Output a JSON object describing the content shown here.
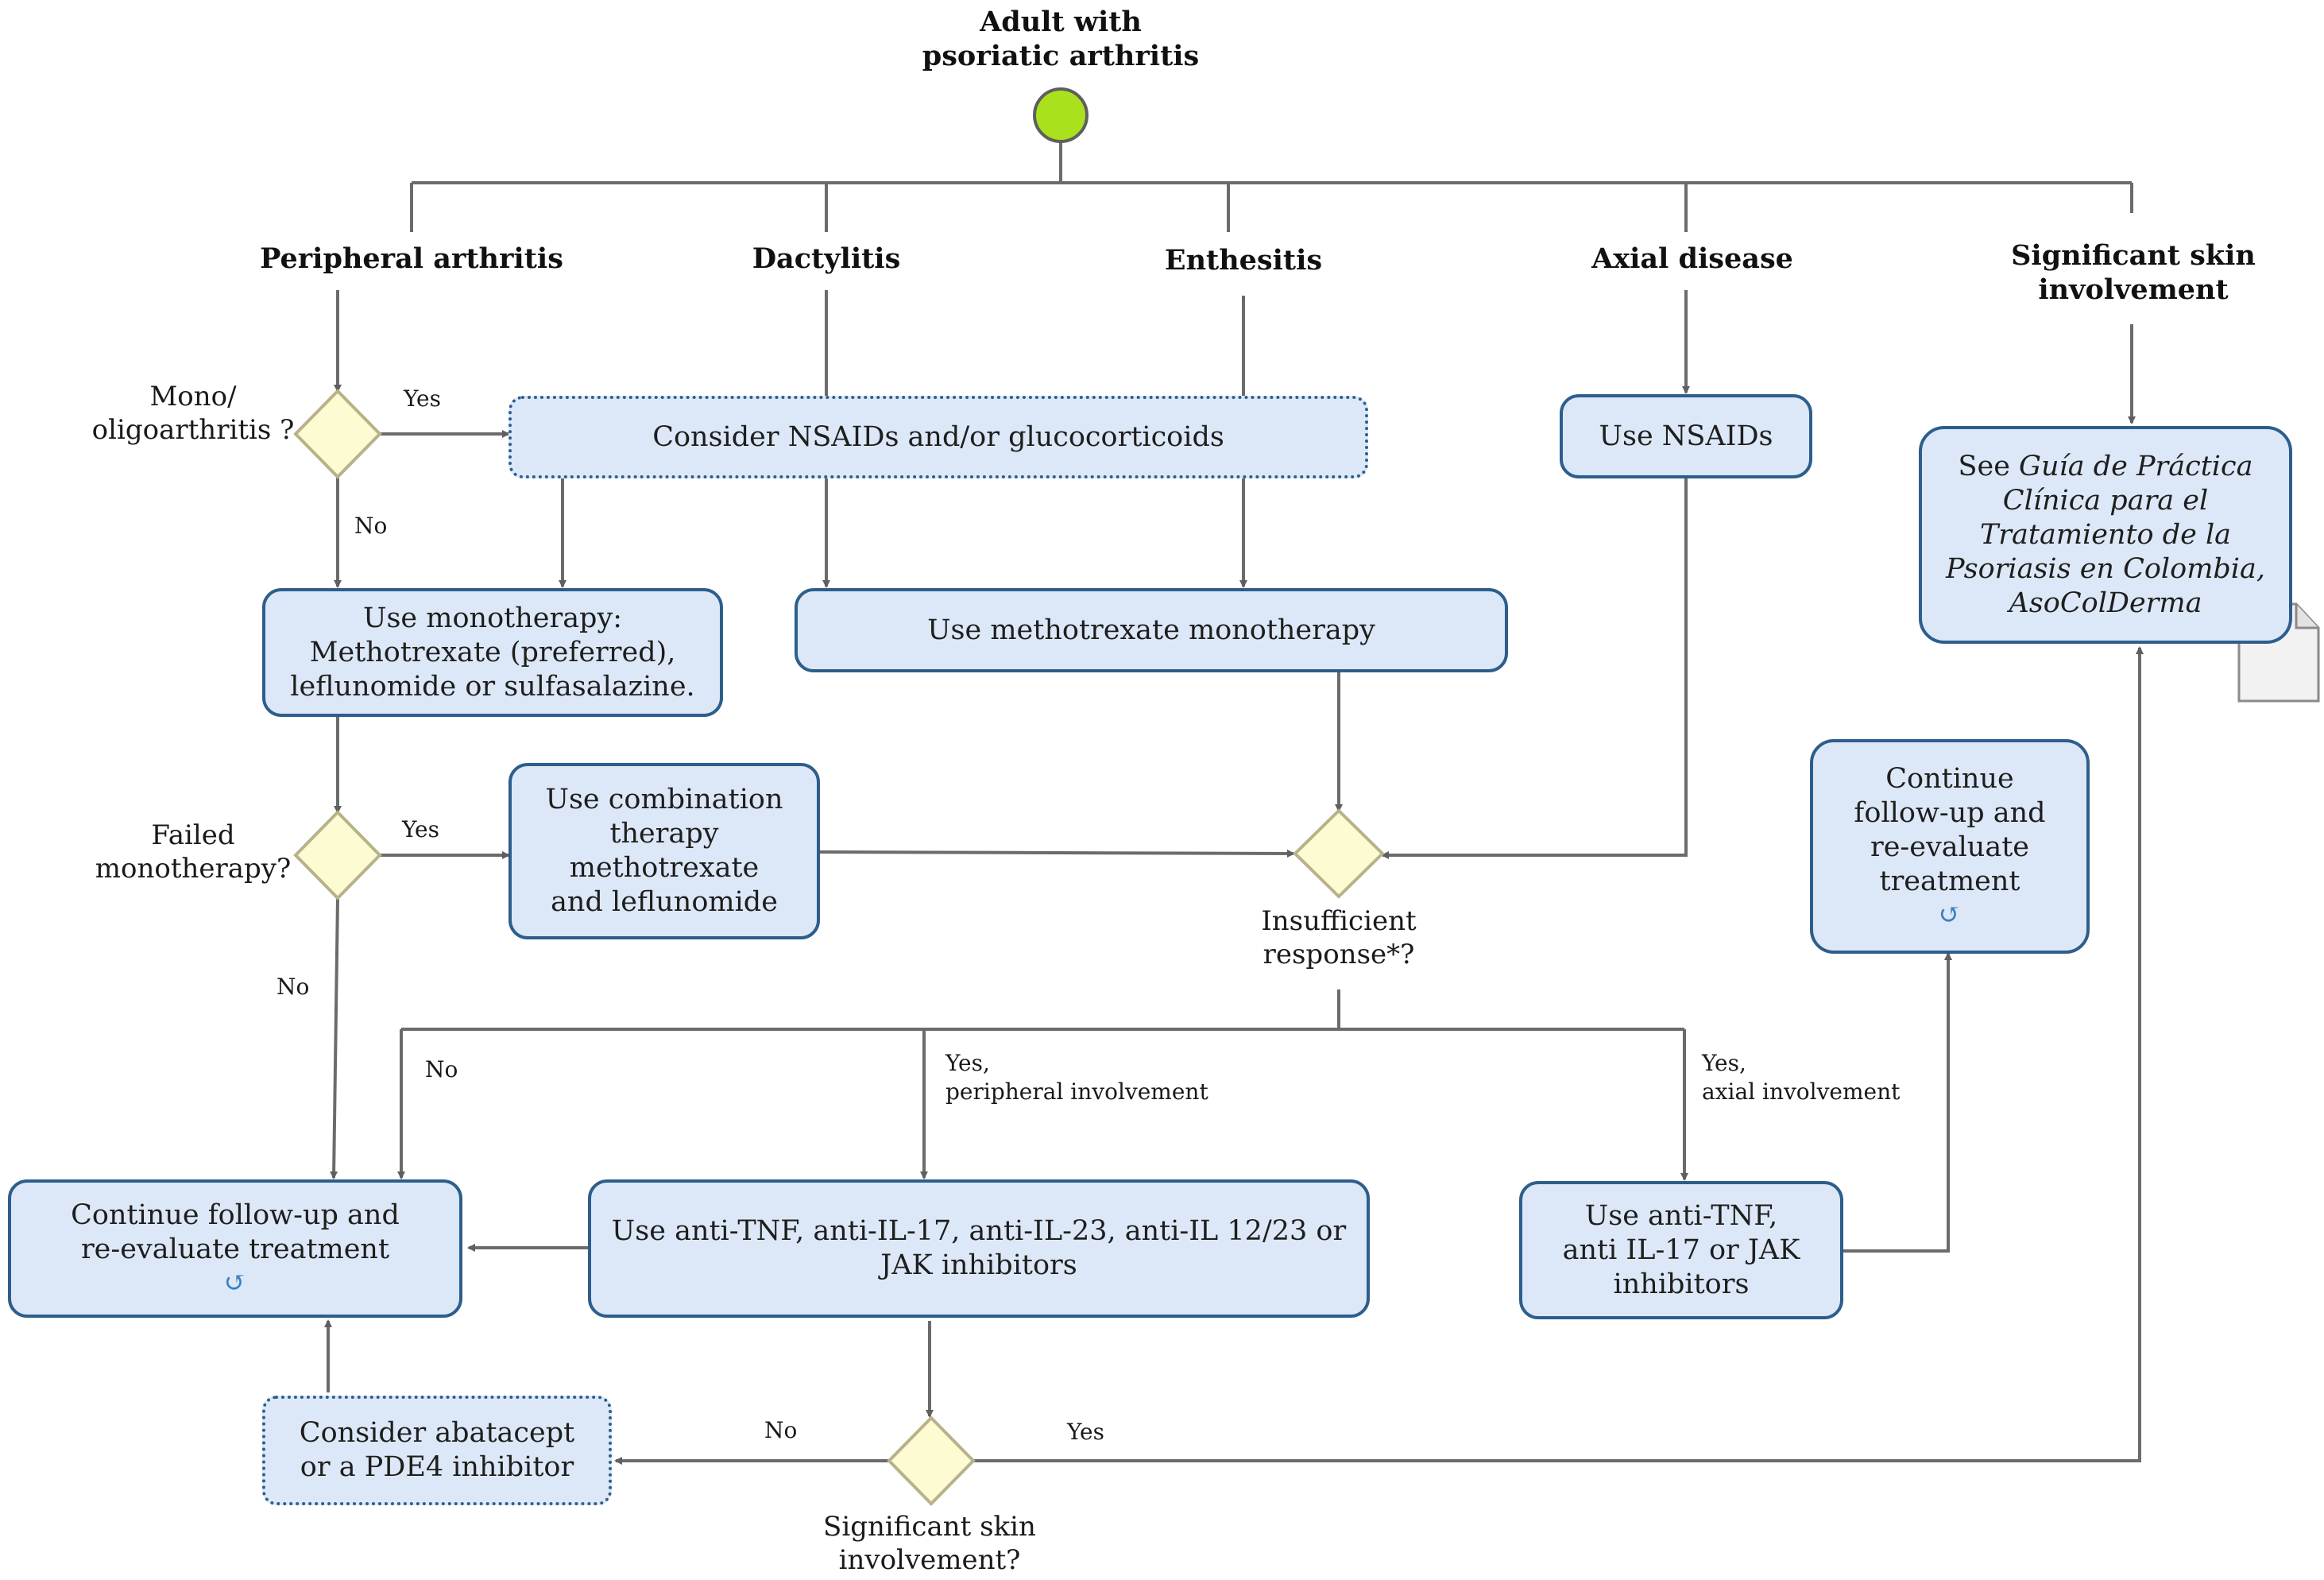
{
  "start": {
    "title_line1": "Adult with",
    "title_line2": "psoriatic arthritis"
  },
  "headers": {
    "peripheral": "Peripheral arthritis",
    "dactylitis": "Dactylitis",
    "enthesitis": "Enthesitis",
    "axial": "Axial disease",
    "skin_line1": "Significant skin",
    "skin_line2": "involvement"
  },
  "decisions": {
    "mono_line1": "Mono/",
    "mono_line2": "oligoarthritis ?",
    "failed_line1": "Failed",
    "failed_line2": "monotherapy?",
    "insufficient_line1": "Insufficient",
    "insufficient_line2": "response*?",
    "skin_line1": "Significant skin",
    "skin_line2": "involvement?"
  },
  "boxes": {
    "nsaids_gluco": "Consider NSAIDs and/or glucocorticoids",
    "nsaids": "Use NSAIDs",
    "guide_prefix": "See ",
    "guide_line1": "Guía de Práctica",
    "guide_line2": "Clínica para el",
    "guide_line3": "Tratamiento de la",
    "guide_line4": "Psoriasis en Colombia,",
    "guide_line5": "AsoColDerma",
    "mono_line1": "Use monotherapy:",
    "mono_line2": "Methotrexate (preferred),",
    "mono_line3": "leflunomide or sulfasalazine.",
    "mtx_mono": "Use methotrexate monotherapy",
    "combo_line1": "Use combination",
    "combo_line2": "therapy",
    "combo_line3": "methotrexate",
    "combo_line4": "and leflunomide",
    "followup_right_line1": "Continue",
    "followup_right_line2": "follow-up and",
    "followup_right_line3": "re-evaluate",
    "followup_right_line4": "treatment",
    "followup_left_line1": "Continue follow-up and",
    "followup_left_line2": "re-evaluate treatment",
    "cycle_symbol": "↺",
    "biologics_line1": "Use anti-TNF, anti-IL-17, anti-IL-23, anti-IL 12/23 or",
    "biologics_line2": "JAK inhibitors",
    "axial_line1": "Use anti-TNF,",
    "axial_line2": "anti IL-17 or JAK",
    "axial_line3": "inhibitors",
    "abatacept_line1": "Consider abatacept",
    "abatacept_line2": "or a PDE4 inhibitor"
  },
  "edge_labels": {
    "yes": "Yes",
    "no": "No",
    "yes_peripheral_line1": "Yes,",
    "yes_peripheral_line2": "peripheral involvement",
    "yes_axial_line1": "Yes,",
    "yes_axial_line2": "axial involvement"
  },
  "colors": {
    "box_fill": "#dce8f7",
    "box_border": "#2d5e8c",
    "decision_fill": "#fdfbd2",
    "decision_border": "#b7b28a",
    "start_fill": "#a9e21c",
    "line": "#6b6b6b"
  }
}
